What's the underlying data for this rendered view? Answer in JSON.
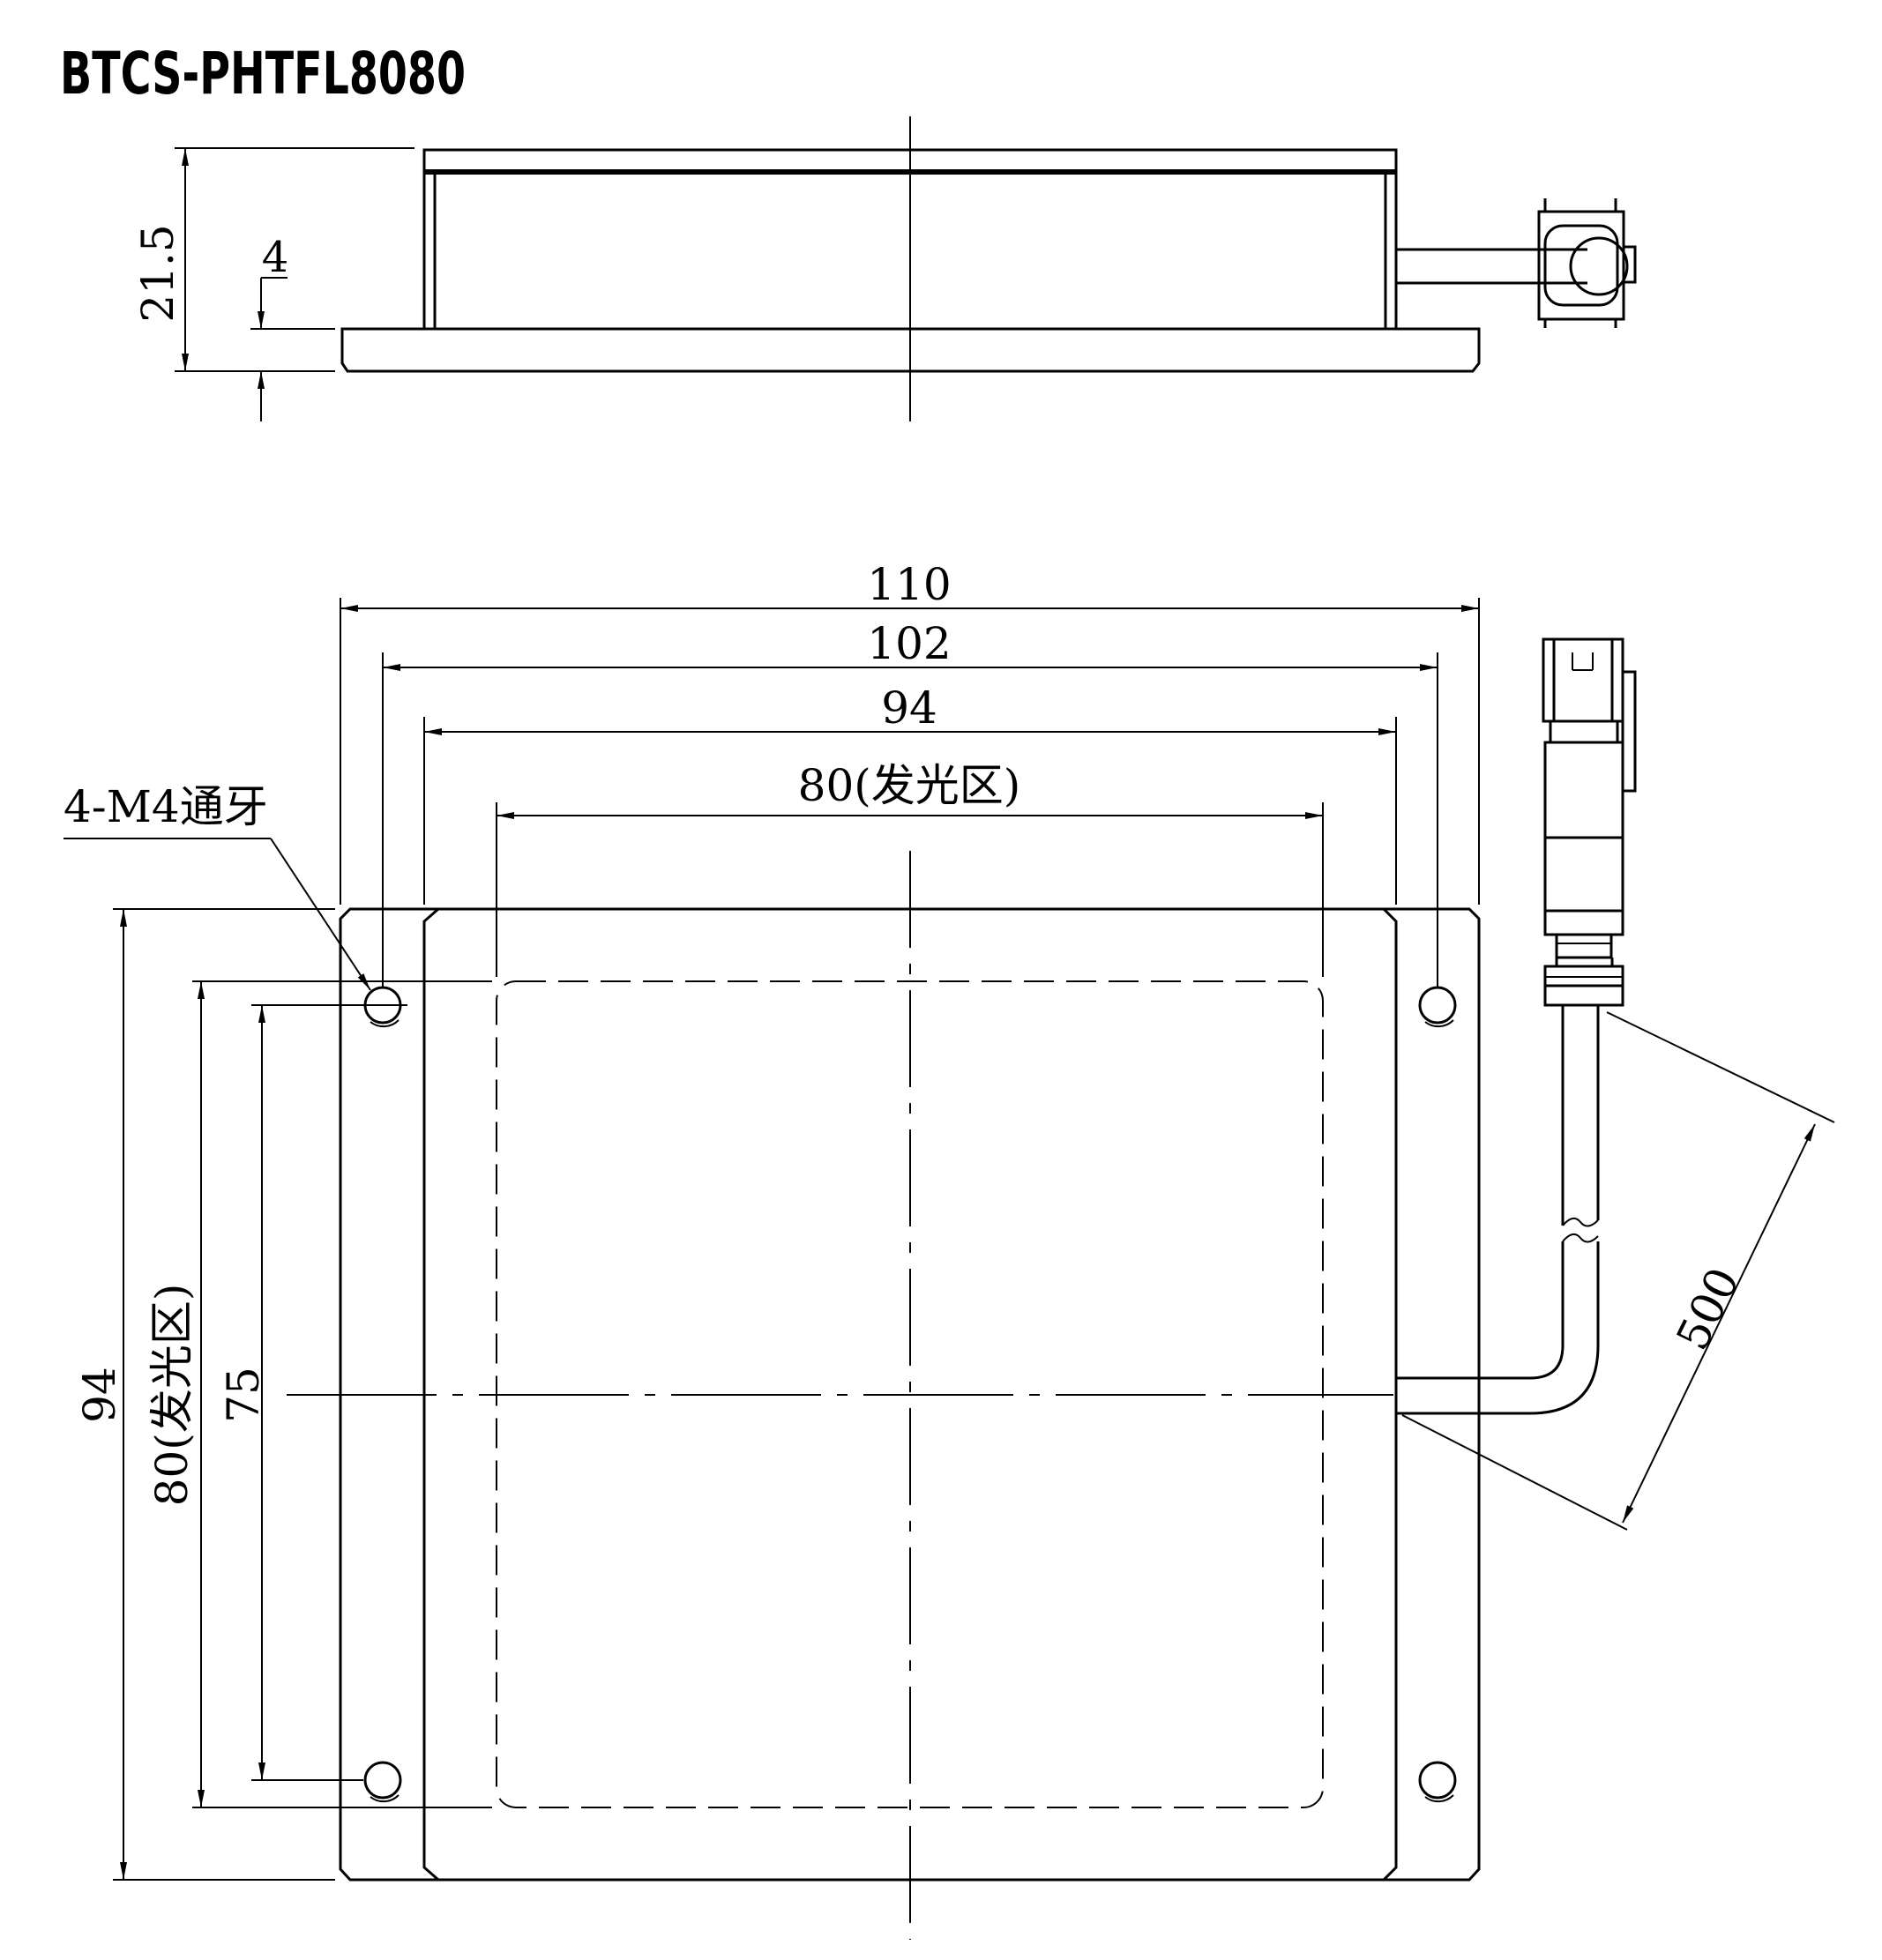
{
  "title": "BTCS-PHTFL8080",
  "side_view": {
    "dim_total_height": "21.5",
    "dim_flange": "4"
  },
  "front_view": {
    "dim_width_outer": "110",
    "dim_hole_spacing_x": "102",
    "dim_width_body": "94",
    "dim_emitting_width": "80(发光区)",
    "dim_height_outer": "94",
    "dim_emitting_height": "80(发光区)",
    "dim_hole_spacing_y": "75",
    "hole_callout": "4-M4通牙",
    "dim_cable_length": "500"
  },
  "colors": {
    "line": "#000000",
    "background": "#ffffff"
  }
}
